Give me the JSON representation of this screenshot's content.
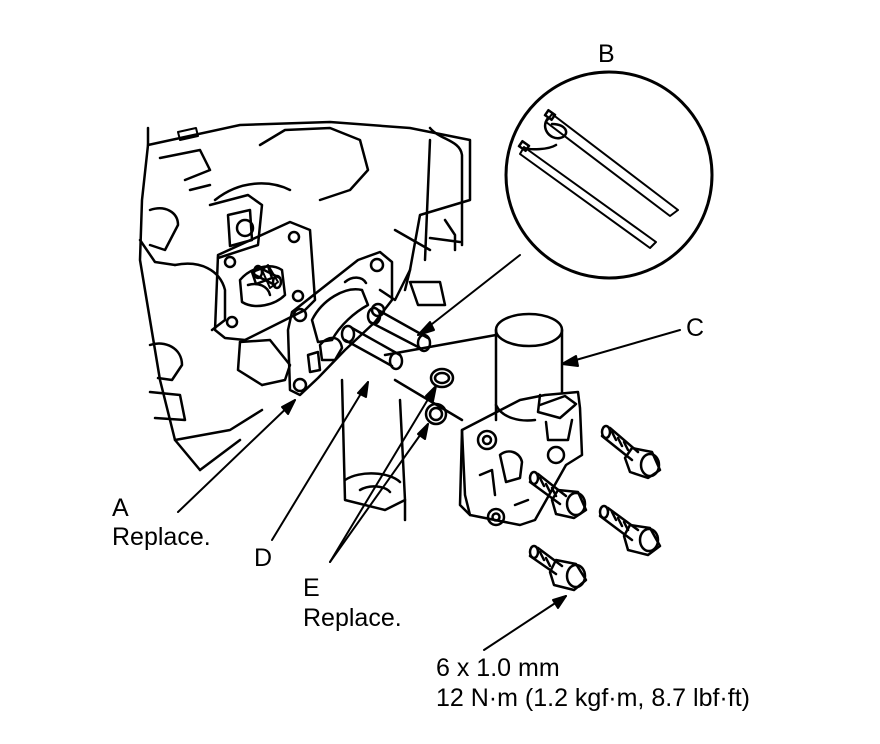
{
  "labels": {
    "a": "A",
    "a_note": "Replace.",
    "b": "B",
    "c": "C",
    "d": "D",
    "e": "E",
    "e_note": "Replace.",
    "bolt_size": "6 x 1.0 mm",
    "bolt_torque": "12 N·m (1.2 kgf·m, 8.7 lbf·ft)"
  },
  "colors": {
    "line": "#000000",
    "background": "#ffffff"
  }
}
